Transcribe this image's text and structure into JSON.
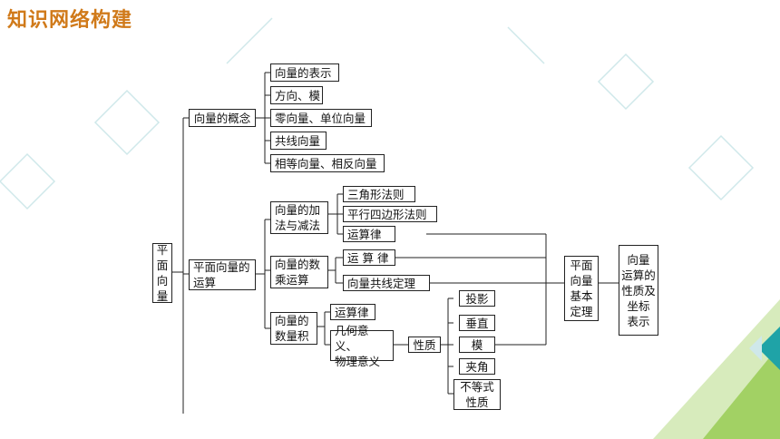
{
  "page": {
    "title": "知识网络构建"
  },
  "colors": {
    "title": "#d07a1a",
    "line": "#222222",
    "deco_teal": "#1fa3a7",
    "deco_green": "#8cc63f"
  },
  "diagram": {
    "root": "平\n面\n向\n量",
    "concept": {
      "label": "向量的概念",
      "items": [
        "向量的表示",
        "方向、模",
        "零向量、单位向量",
        "共线向量",
        "相等向量、相反向量"
      ]
    },
    "operations": {
      "label": "平面向量的\n运算",
      "add_sub": {
        "label": "向量的加\n法与减法",
        "items": [
          "三角形法则",
          "平行四边形法则",
          "运算律"
        ]
      },
      "scalar_mult": {
        "label": "向量的数\n乘运算",
        "items": [
          "运 算 律",
          "向量共线定理"
        ]
      },
      "dot_product": {
        "label": "向量的\n数量积",
        "law": "运算律",
        "meaning": "几何意义、\n物理意义",
        "property": "性质",
        "property_items": [
          "投影",
          "垂直",
          "模",
          "夹角",
          "不等式\n性质"
        ]
      }
    },
    "basic_theorem": "平面\n向量\n基本\n定理",
    "coordinates": "向量\n运算的\n性质及\n坐标\n表示"
  }
}
